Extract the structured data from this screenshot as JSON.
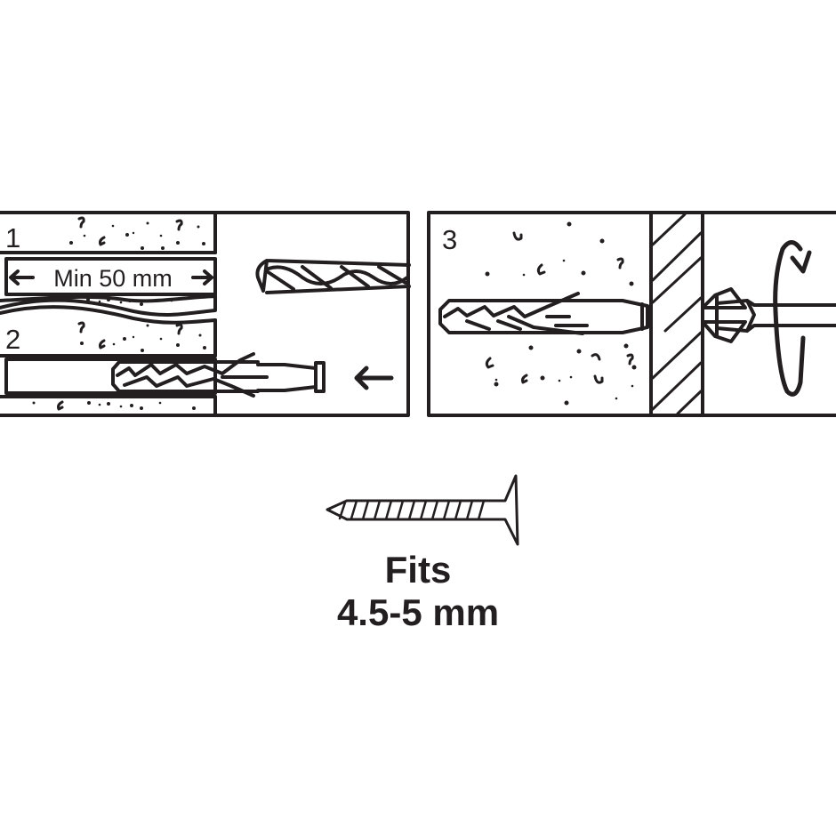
{
  "steps": {
    "step1": {
      "number": "1",
      "label": "Min 50 mm"
    },
    "step2": {
      "number": "2"
    },
    "step3": {
      "number": "3"
    }
  },
  "caption": {
    "line1": "Fits",
    "line2": "4.5-5 mm"
  },
  "colors": {
    "ink": "#231f20",
    "background": "#ffffff"
  }
}
